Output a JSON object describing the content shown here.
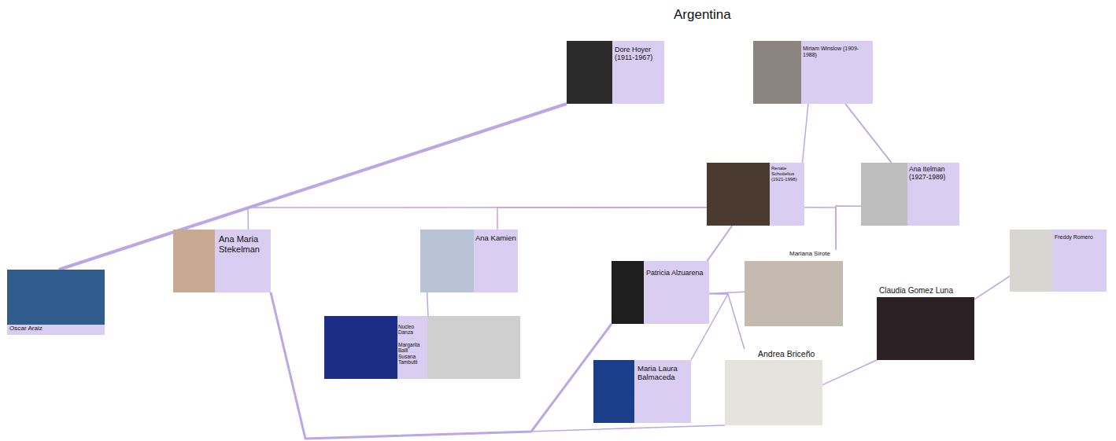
{
  "diagram": {
    "title": "Argentina",
    "nodes": [
      {
        "text": [
          "Dore Hoyer (1911-1967)"
        ]
      },
      {
        "text": [
          "Miriam Winslow (1909-1988)"
        ]
      },
      {
        "text": [
          "Renate Schottelius (1921-1998)"
        ]
      },
      {
        "text": [
          "Ana Itelman (1927-1989)"
        ]
      },
      {
        "text": [
          "Freddy Romero"
        ]
      },
      {
        "text": [
          "Oscar Araiz"
        ]
      },
      {
        "text": [
          "Ana Maria Stekelman"
        ]
      },
      {
        "text": [
          "Ana Kamien"
        ]
      },
      {
        "text": [
          "Patricia Alzuarena"
        ]
      },
      {
        "text": [
          "Mariana Sirote"
        ]
      },
      {
        "text": [
          "Claudia Gomez Luna"
        ]
      },
      {
        "text": [
          "Nucleo Danza",
          "Margarita Balli Susana Tambutti"
        ]
      },
      {
        "text": [
          "Maria Laura Balmaceda"
        ]
      },
      {
        "text": [
          "Andrea Briceño"
        ]
      }
    ],
    "edges": [
      {
        "from": 0,
        "to": 5,
        "arrow": "none"
      },
      {
        "from": 1,
        "to": 2,
        "arrow": "none"
      },
      {
        "from": 1,
        "to": 3,
        "arrow": "none"
      },
      {
        "from": 2,
        "to": 6,
        "arrow": "none"
      },
      {
        "from": 2,
        "to": 7,
        "arrow": "none"
      },
      {
        "from": 2,
        "to": 9,
        "arrow": "none"
      },
      {
        "from": 3,
        "to": 9,
        "arrow": "none"
      },
      {
        "from": 2,
        "to": 8,
        "arrow": "none"
      },
      {
        "from": 7,
        "to": 11,
        "arrow": "none"
      },
      {
        "from": 8,
        "to": 9,
        "arrow": "none"
      },
      {
        "from": 8,
        "to": 12,
        "arrow": "none"
      },
      {
        "from": 8,
        "to": 13,
        "arrow": "none"
      },
      {
        "from": 4,
        "to": 10,
        "arrow": "none"
      },
      {
        "from": 10,
        "to": 13,
        "arrow": "none"
      },
      {
        "from": 6,
        "to": 13,
        "arrow": "none"
      },
      {
        "from": 6,
        "to": 8,
        "arrow": "none"
      }
    ]
  }
}
